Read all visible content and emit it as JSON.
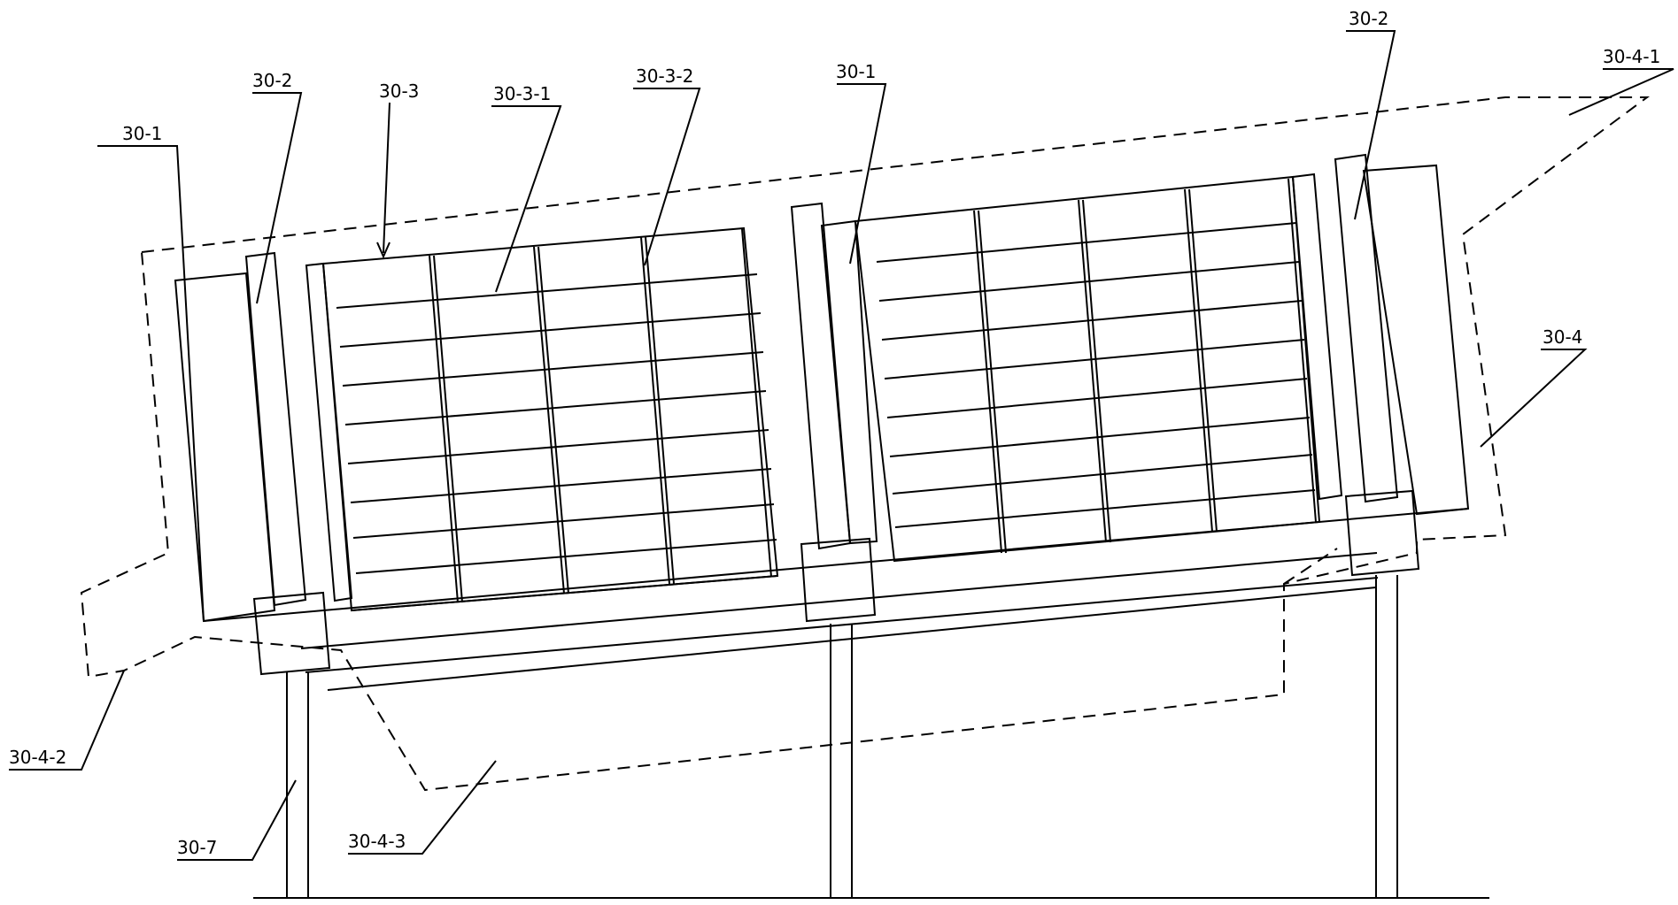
{
  "labels": {
    "l30_1a": "30-1",
    "l30_2a": "30-2",
    "l30_3": "30-3",
    "l30_3_1": "30-3-1",
    "l30_3_2": "30-3-2",
    "l30_1b": "30-1",
    "l30_2b": "30-2",
    "l30_4_1": "30-4-1",
    "l30_4": "30-4",
    "l30_4_2": "30-4-2",
    "l30_7": "30-7",
    "l30_4_3": "30-4-3"
  }
}
